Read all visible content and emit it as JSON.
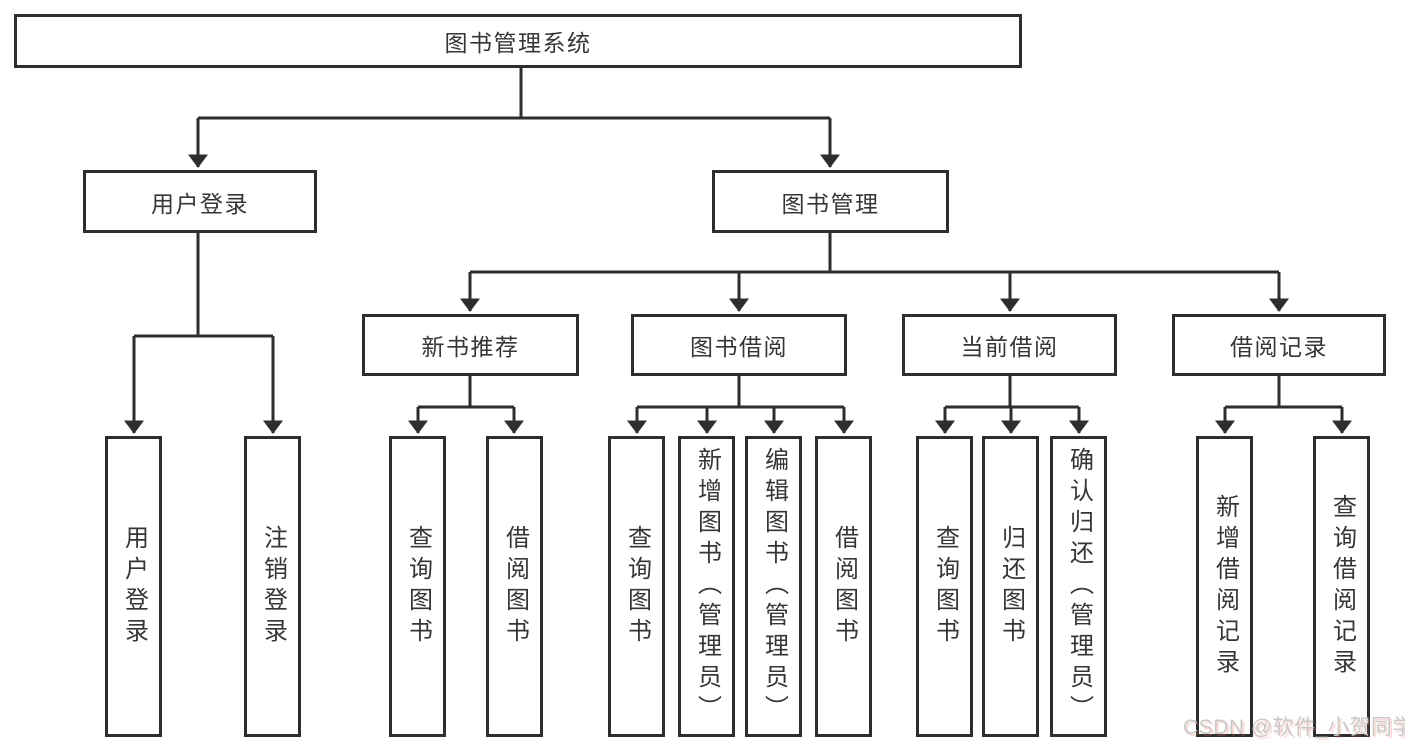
{
  "colors": {
    "background": "#ffffff",
    "line": "#2e2e2e",
    "box_border": "#2e2e2e",
    "text": "#363636",
    "watermark": "#c9c9c9"
  },
  "watermark": {
    "text": "CSDN @软件_小贺同学"
  },
  "tree": {
    "root": {
      "label": "图书管理系统"
    },
    "branches": [
      {
        "label": "用户登录",
        "children": [
          {
            "label": "用户登录"
          },
          {
            "label": "注销登录"
          }
        ]
      },
      {
        "label": "图书管理",
        "children": [
          {
            "label": "新书推荐",
            "children": [
              {
                "label": "查询图书"
              },
              {
                "label": "借阅图书"
              }
            ]
          },
          {
            "label": "图书借阅",
            "children": [
              {
                "label": "查询图书"
              },
              {
                "label": "新增图书（管理员）"
              },
              {
                "label": "编辑图书（管理员）"
              },
              {
                "label": "借阅图书"
              }
            ]
          },
          {
            "label": "当前借阅",
            "children": [
              {
                "label": "查询图书"
              },
              {
                "label": "归还图书"
              },
              {
                "label": "确认归还（管理员）"
              }
            ]
          },
          {
            "label": "借阅记录",
            "children": [
              {
                "label": "新增借阅记录"
              },
              {
                "label": "查询借阅记录"
              }
            ]
          }
        ]
      }
    ]
  }
}
